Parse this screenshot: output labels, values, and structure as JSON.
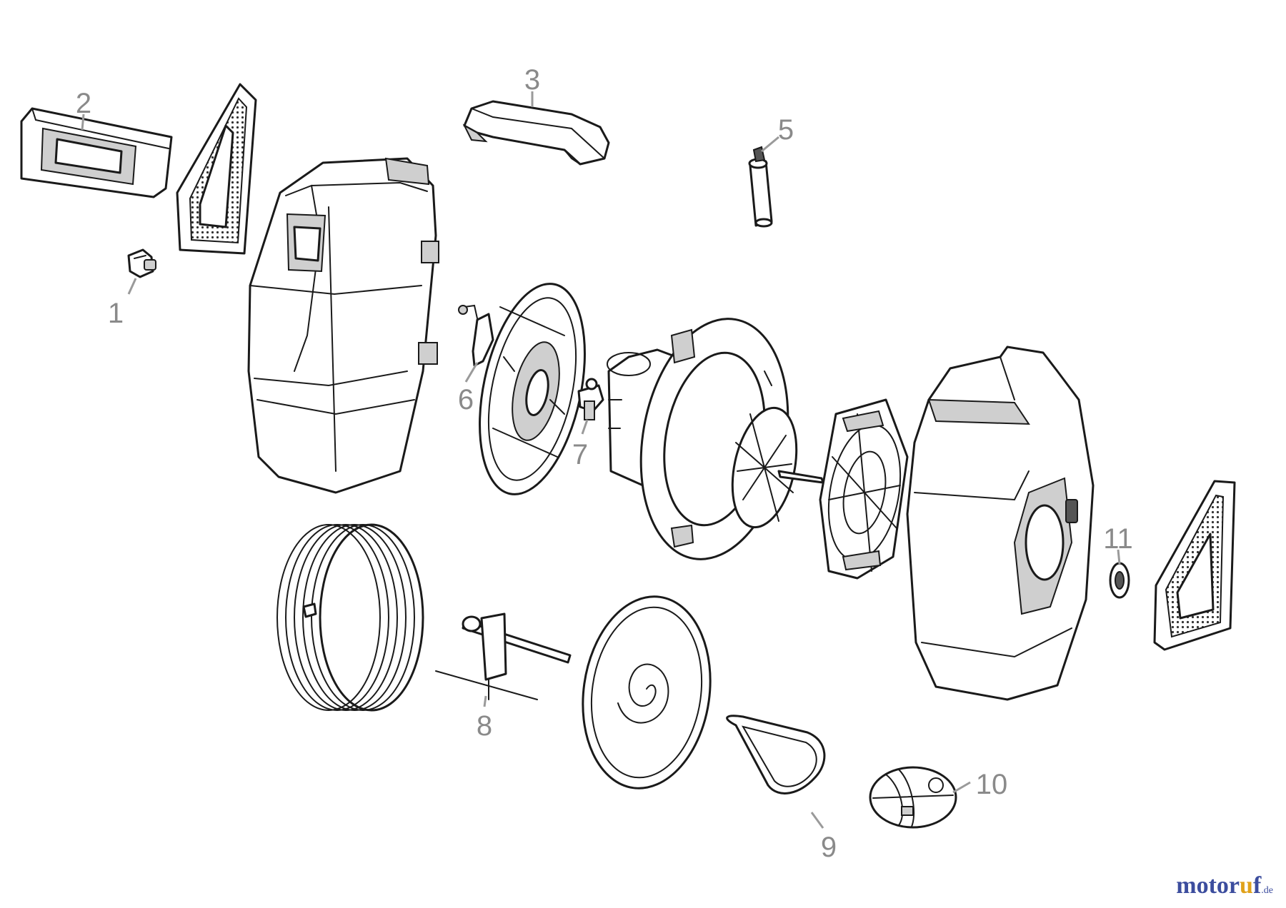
{
  "callouts": [
    {
      "id": "1",
      "label": "1"
    },
    {
      "id": "2",
      "label": "2"
    },
    {
      "id": "3",
      "label": "3"
    },
    {
      "id": "5",
      "label": "5"
    },
    {
      "id": "6",
      "label": "6"
    },
    {
      "id": "7",
      "label": "7"
    },
    {
      "id": "8",
      "label": "8"
    },
    {
      "id": "9",
      "label": "9"
    },
    {
      "id": "10",
      "label": "10"
    },
    {
      "id": "11",
      "label": "11"
    }
  ],
  "logo": {
    "main": "motor",
    "accent": "u",
    "end": "f",
    "tld": ".de"
  },
  "colors": {
    "line": "#1a1a1a",
    "callout": "#8a8a8a",
    "logo_main": "#3c4d9e",
    "logo_accent": "#e0a21a"
  }
}
